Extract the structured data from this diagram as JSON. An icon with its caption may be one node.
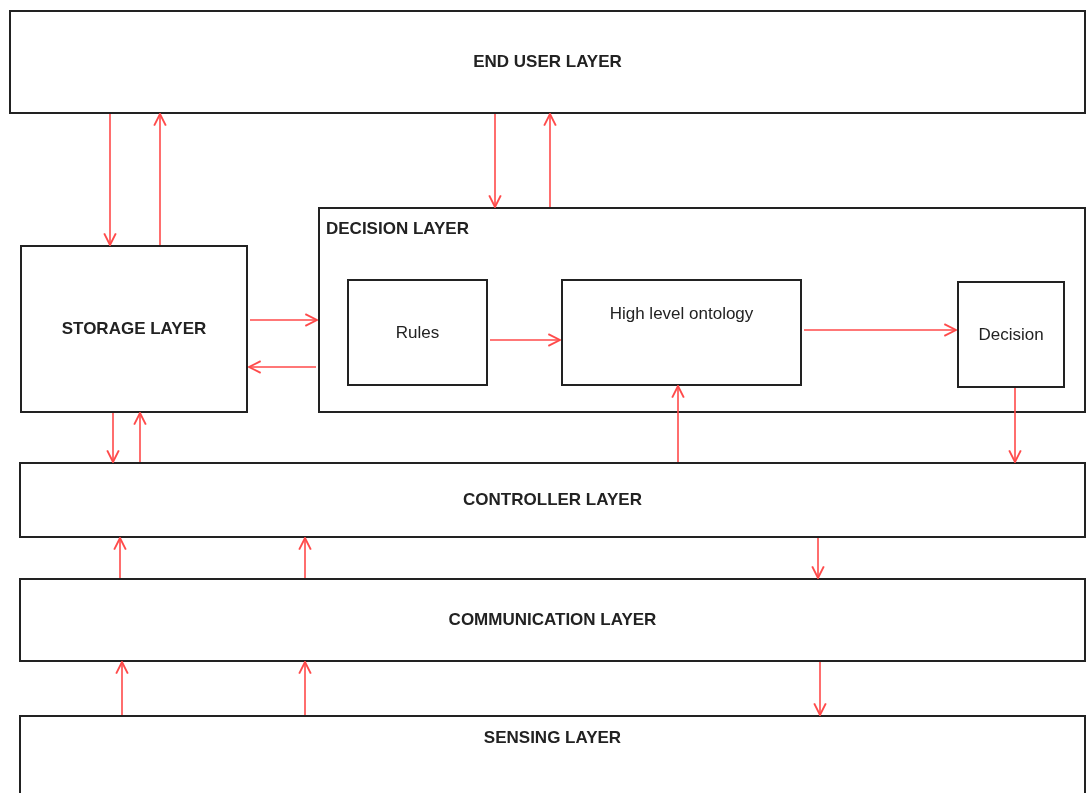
{
  "diagram": {
    "nodes": [
      {
        "text": [
          "END USER LAYER"
        ]
      },
      {
        "text": [
          "STORAGE LAYER"
        ]
      },
      {
        "text": [
          "DECISION LAYER"
        ]
      },
      {
        "text": [
          "Rules"
        ],
        "in": 2
      },
      {
        "text": [
          "High level ontology"
        ],
        "in": 2
      },
      {
        "text": [
          "Decision"
        ],
        "in": 2
      },
      {
        "text": [
          "CONTROLLER LAYER"
        ]
      },
      {
        "text": [
          "COMMUNICATION LAYER"
        ]
      },
      {
        "text": [
          "SENSING LAYER"
        ]
      }
    ],
    "edges": [
      {
        "from": 0,
        "to": 1,
        "arrow": "to"
      },
      {
        "from": 1,
        "to": 0,
        "arrow": "to"
      },
      {
        "from": 0,
        "to": 2,
        "arrow": "to"
      },
      {
        "from": 2,
        "to": 0,
        "arrow": "to"
      },
      {
        "from": 1,
        "to": 2,
        "arrow": "to"
      },
      {
        "from": 2,
        "to": 1,
        "arrow": "to"
      },
      {
        "from": 3,
        "to": 4,
        "arrow": "to"
      },
      {
        "from": 4,
        "to": 5,
        "arrow": "to"
      },
      {
        "from": 6,
        "to": 4,
        "arrow": "to"
      },
      {
        "from": 5,
        "to": 6,
        "arrow": "to"
      },
      {
        "from": 1,
        "to": 6,
        "arrow": "to"
      },
      {
        "from": 6,
        "to": 1,
        "arrow": "to"
      },
      {
        "from": 7,
        "to": 6,
        "arrow": "to"
      },
      {
        "from": 7,
        "to": 6,
        "arrow": "to"
      },
      {
        "from": 6,
        "to": 7,
        "arrow": "to"
      },
      {
        "from": 8,
        "to": 7,
        "arrow": "to"
      },
      {
        "from": 8,
        "to": 7,
        "arrow": "to"
      },
      {
        "from": 7,
        "to": 8,
        "arrow": "to"
      }
    ]
  }
}
